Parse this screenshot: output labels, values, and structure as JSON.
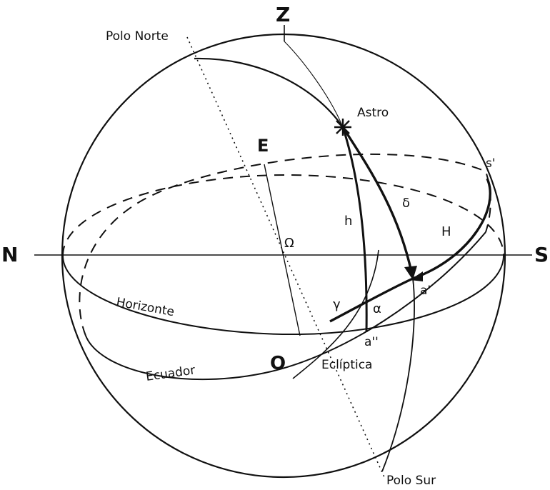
{
  "diagram": {
    "labels": {
      "zenith": "Z",
      "north": "N",
      "south": "S",
      "east": "E",
      "west": "O",
      "north_pole": "Polo Norte",
      "south_pole": "Polo Sur",
      "star": "Astro",
      "horizon": "Horizonte",
      "equator": "Ecuador",
      "ecliptic": "Eclíptica",
      "altitude": "h",
      "declination": "δ",
      "hour_angle": "H",
      "right_ascension": "α",
      "vernal_point": "γ",
      "ascending_node": "Ω",
      "point_a_prime": "a'",
      "point_a_double_prime": "a''",
      "point_s_prime": "s'"
    }
  }
}
